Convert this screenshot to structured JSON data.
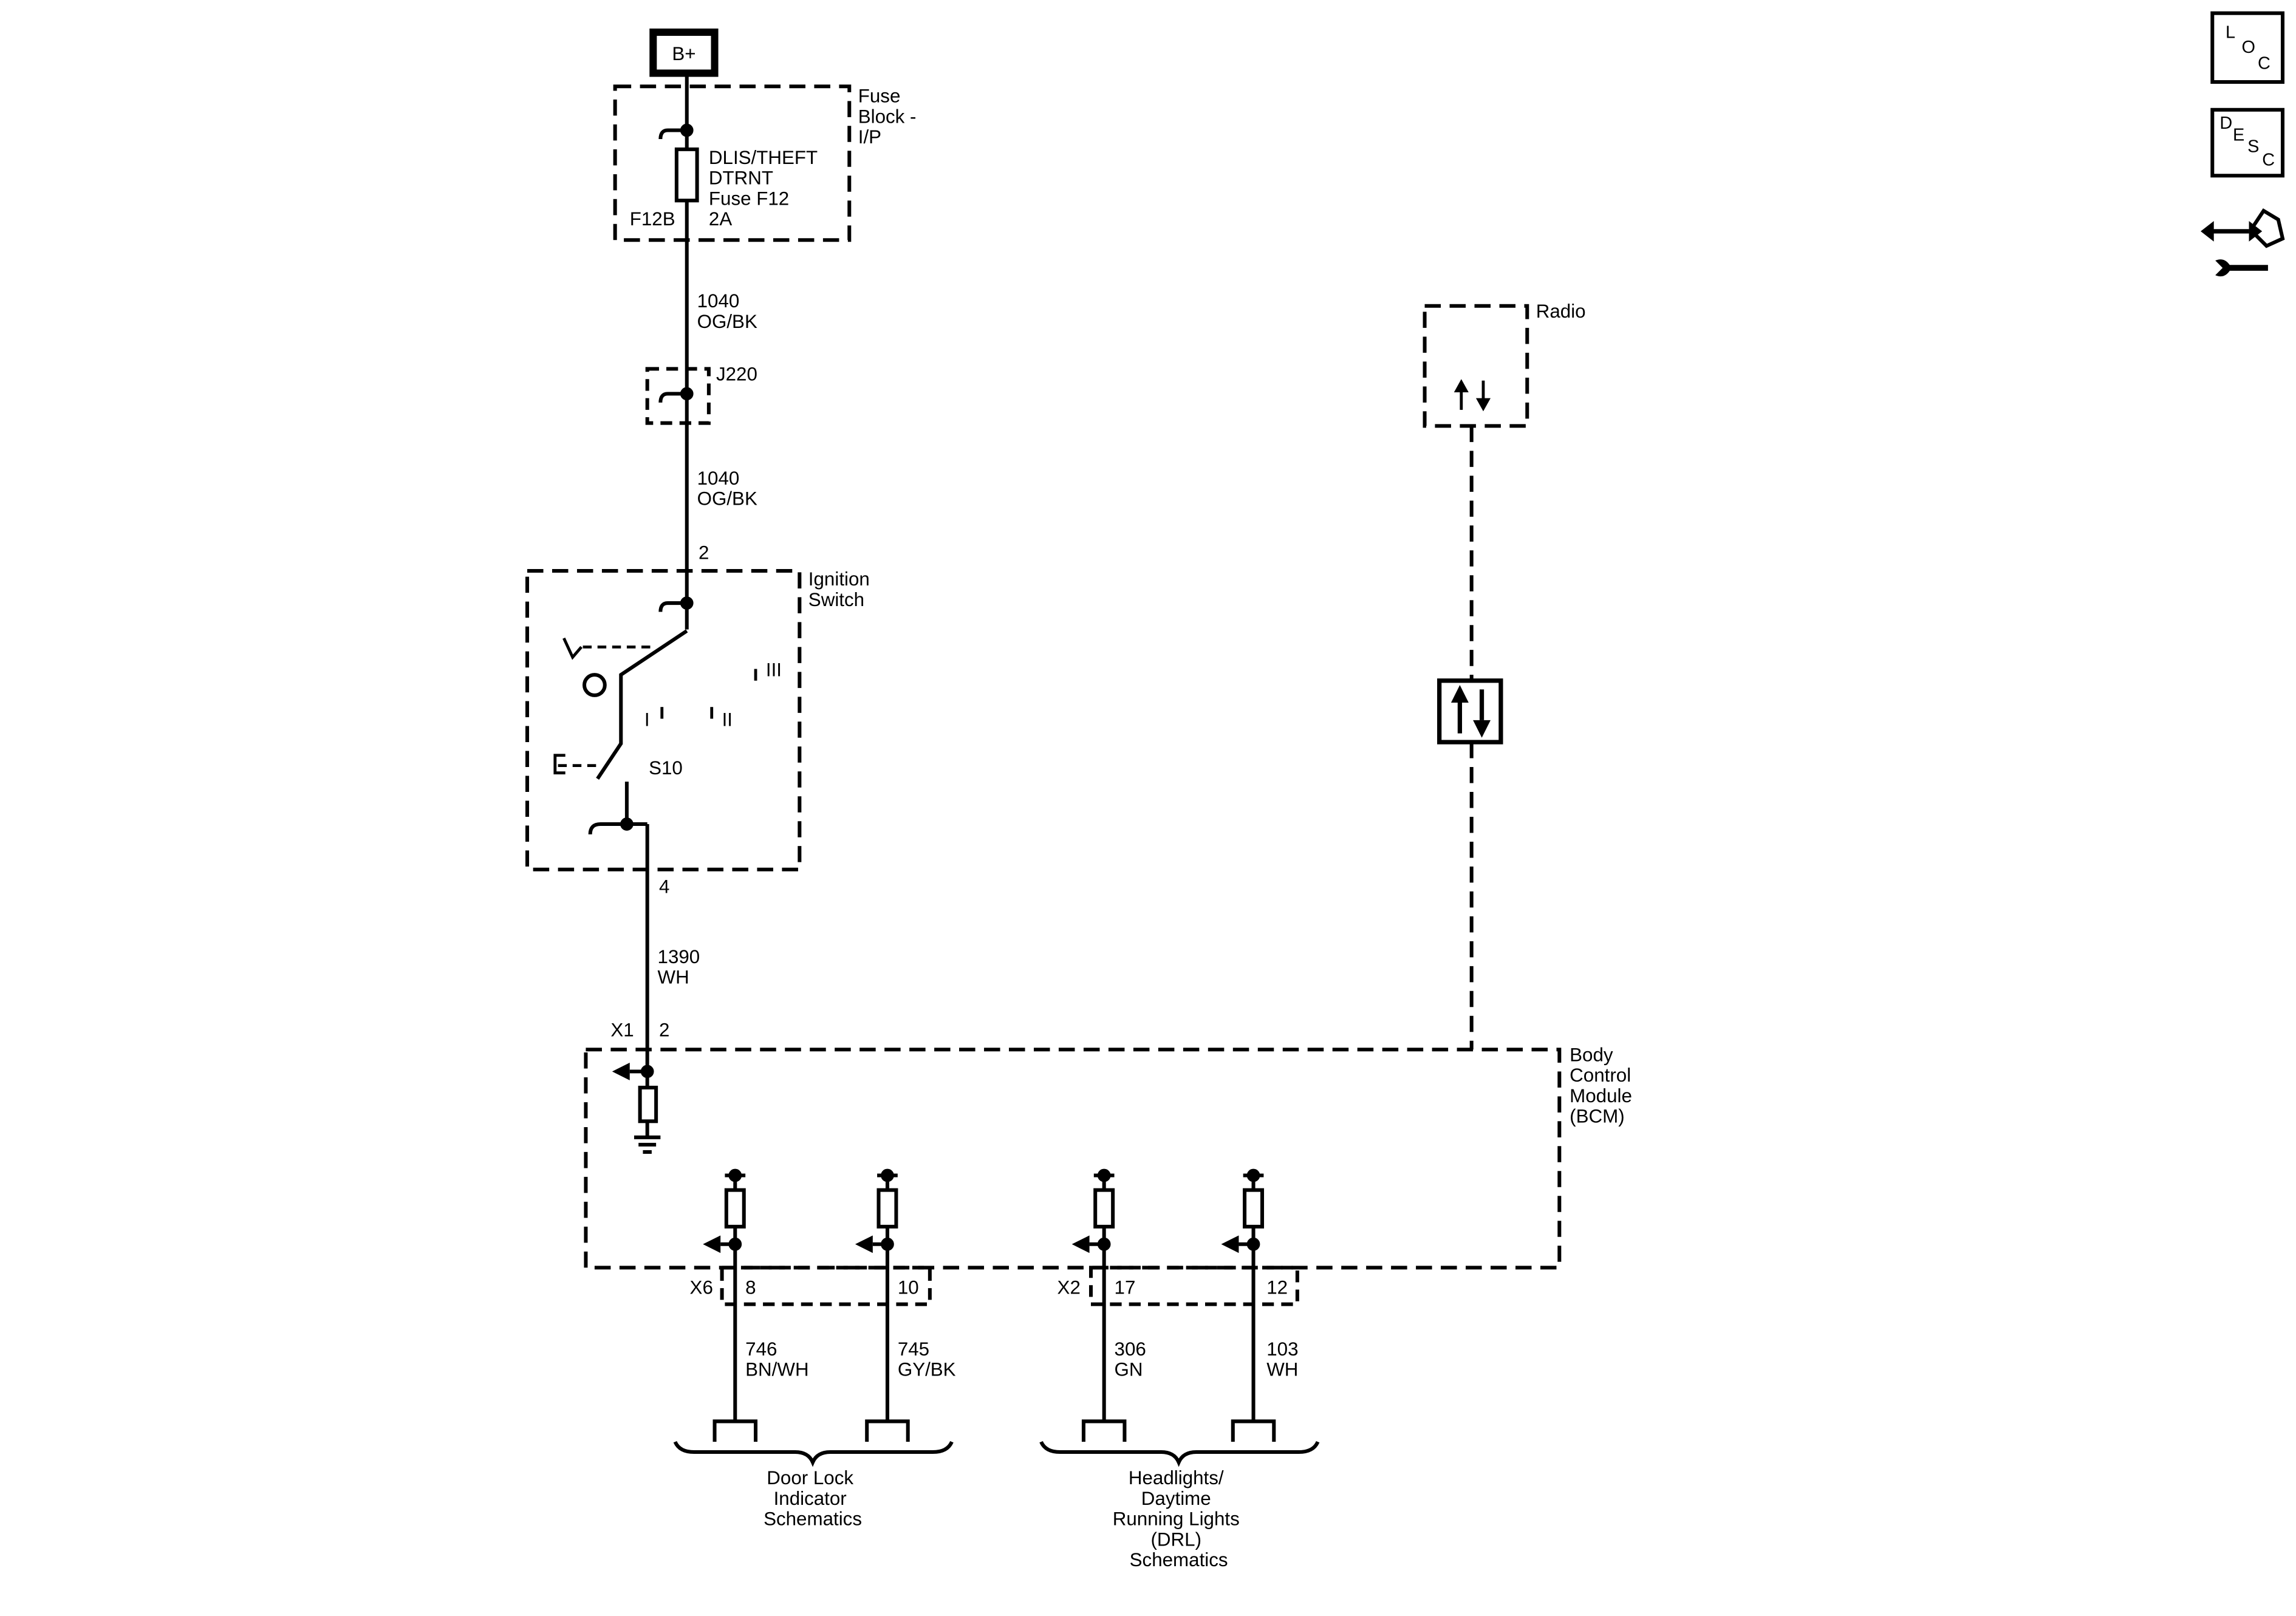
{
  "power": {
    "bplus": "B+"
  },
  "fuse_block": {
    "name": [
      "Fuse",
      "Block -",
      "I/P"
    ],
    "fuse": [
      "DLIS/THEFT",
      "DTRNT",
      "Fuse F12",
      "2A"
    ],
    "cavity": "F12B"
  },
  "wires": {
    "w1040_upper": [
      "1040",
      "OG/BK"
    ],
    "w1040_lower": [
      "1040",
      "OG/BK"
    ],
    "w1390": [
      "1390",
      "WH"
    ],
    "w746": [
      "746",
      "BN/WH"
    ],
    "w745": [
      "745",
      "GY/BK"
    ],
    "w306": [
      "306",
      "GN"
    ],
    "w103": [
      "103",
      "WH"
    ]
  },
  "splice": {
    "name": "J220"
  },
  "ignition": {
    "name": [
      "Ignition",
      "Switch"
    ],
    "pin_in": "2",
    "pin_out": "4",
    "switch_id": "S10",
    "positions": [
      "I",
      "II",
      "III"
    ]
  },
  "radio": {
    "name": "Radio"
  },
  "bcm": {
    "name": [
      "Body",
      "Control",
      "Module",
      "(BCM)"
    ],
    "x1_connector": "X1",
    "x1_pin": "2",
    "x6_connector": "X6",
    "x6_pins": [
      "8",
      "10"
    ],
    "x2_connector": "X2",
    "x2_pins": [
      "17",
      "12"
    ]
  },
  "destinations": {
    "door_lock": [
      "Door Lock",
      "Indicator",
      "Schematics"
    ],
    "drl": [
      "Headlights/",
      "Daytime",
      "Running Lights",
      "(DRL)",
      "Schematics"
    ]
  },
  "nav": {
    "loc": [
      "L",
      "O",
      "C"
    ],
    "desc": [
      "D",
      "E",
      "S",
      "C"
    ],
    "connector_icon": "connector-repair-icon"
  }
}
